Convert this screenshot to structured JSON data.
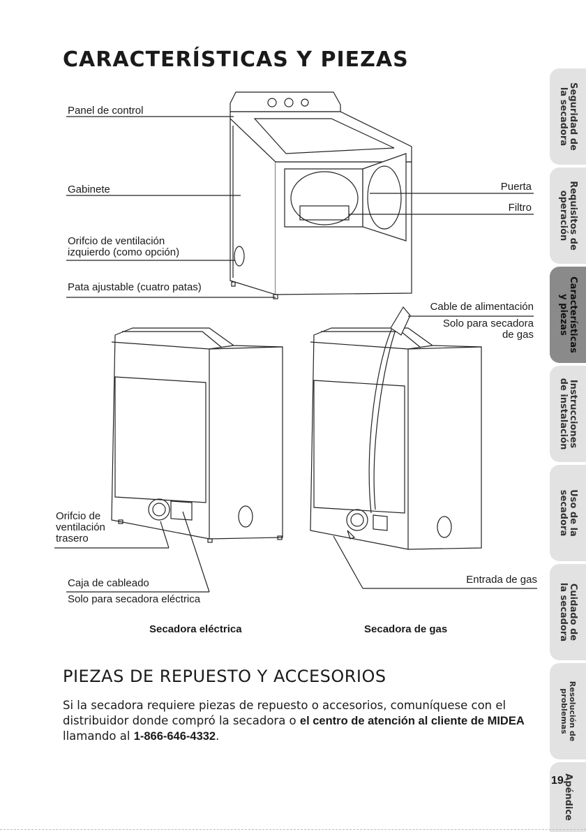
{
  "page": {
    "title": "CARACTERÍSTICAS Y PIEZAS",
    "page_number": "19"
  },
  "top_labels": {
    "panel": "Panel de control",
    "gabinete": "Gabinete",
    "orificio_izq_1": "Orifcio de ventilación",
    "orificio_izq_2": "izquierdo (como opción)",
    "pata": "Pata ajustable (cuatro patas)",
    "puerta": "Puerta",
    "filtro": "Filtro"
  },
  "bottom_labels": {
    "cable": "Cable de alimentación",
    "solo_gas_1": "Solo para secadora",
    "solo_gas_2": "de gas",
    "orificio_tras_1": "Orifcio de",
    "orificio_tras_2": "ventilación",
    "orificio_tras_3": "trasero",
    "caja": "Caja de cableado",
    "solo_electrica": "Solo para secadora eléctrica",
    "entrada_gas": "Entrada de gas"
  },
  "captions": {
    "electrica": "Secadora eléctrica",
    "gas": "Secadora de gas"
  },
  "accesorios": {
    "title": "PIEZAS DE REPUESTO Y ACCESORIOS",
    "text_1": "Si la secadora requiere piezas de repuesto o accesorios, comuníquese con el distribuidor donde compró la secadora o ",
    "bold_1": "el centro de atención al cliente de MIDEA",
    "text_2": " llamando al ",
    "bold_2": "1-866-646-4332",
    "text_3": "."
  },
  "side_tabs": [
    {
      "line1": "Seguridad de",
      "line2": "la secadora"
    },
    {
      "line1": "Requisitos de",
      "line2": "operación"
    },
    {
      "line1": "Características",
      "line2": "y piezas"
    },
    {
      "line1": "Instrucciones",
      "line2": "de instalación"
    },
    {
      "line1": "Uso de la",
      "line2": "secadora"
    },
    {
      "line1": "Cuidado de",
      "line2": "la secadora"
    },
    {
      "line1": "Resolución de",
      "line2": "problemas"
    },
    {
      "line1": "Apéndice",
      "line2": ""
    }
  ],
  "active_tab": "Características y piezas"
}
